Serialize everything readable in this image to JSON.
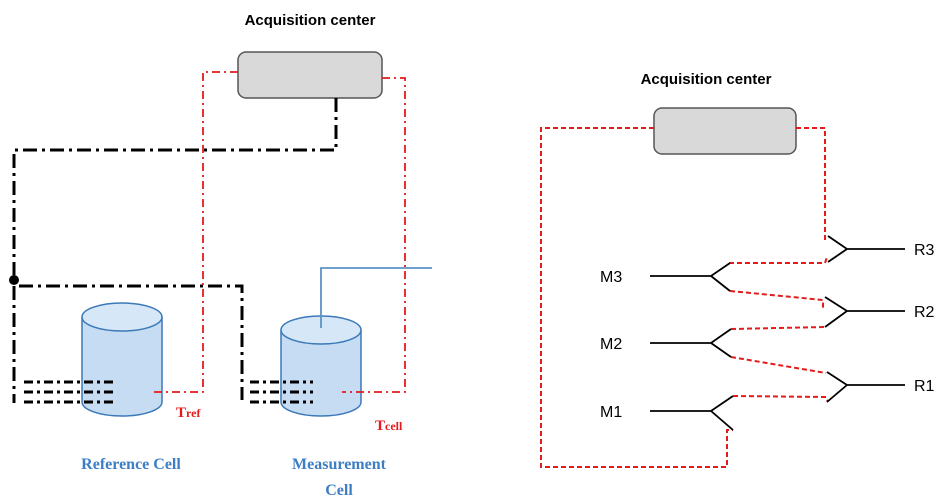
{
  "colors": {
    "accent_red": "#e31b1b",
    "cell_blue": "#3d7ec4",
    "box_fill": "#d9d9d9",
    "cylinder_fill": "#c6dcf3",
    "cylinder_stroke": "#3b79b8"
  },
  "left_diagram": {
    "title": "Acquisition center",
    "reference_cell_label": "Reference Cell",
    "measurement_cell_label_line1": "Measurement",
    "measurement_cell_label_line2": "Cell",
    "tref_main": "T",
    "tref_sub": "ref",
    "tcell_main": "T",
    "tcell_sub": "cell"
  },
  "right_diagram": {
    "title": "Acquisition center",
    "m_labels": [
      "M3",
      "M2",
      "M1"
    ],
    "r_labels": [
      "R3",
      "R2",
      "R1"
    ]
  }
}
